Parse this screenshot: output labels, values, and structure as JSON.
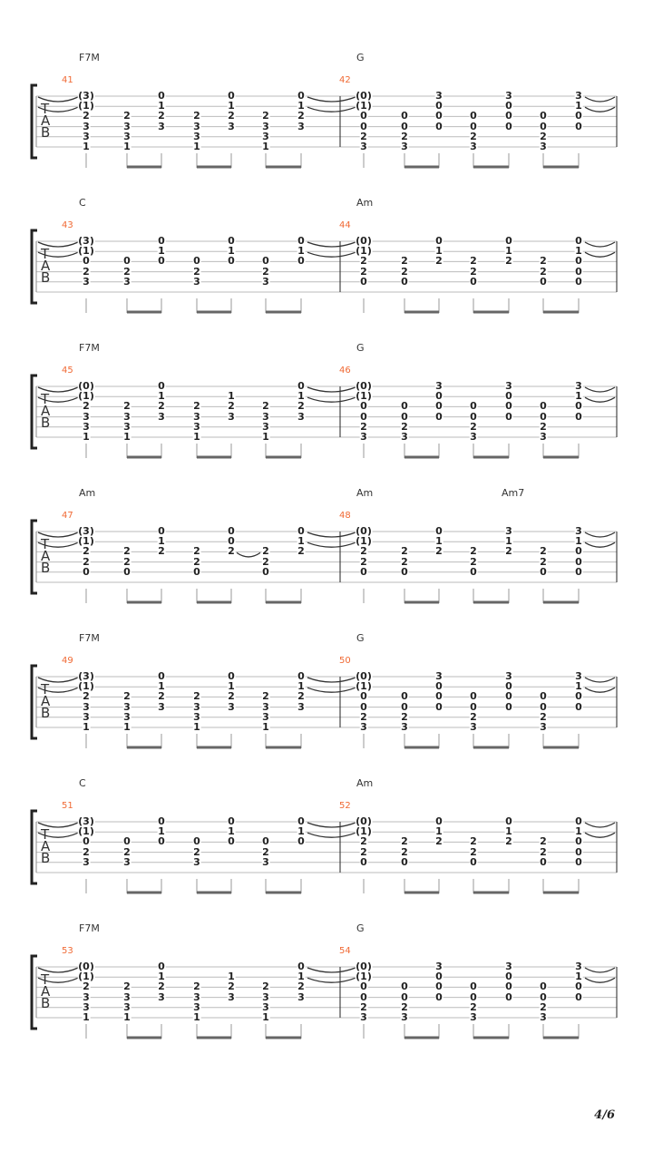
{
  "page_number": "4/6",
  "tab_clef": [
    "T",
    "A",
    "B"
  ],
  "colors": {
    "measure_number": "#f06a35",
    "staff": "#bbbbbb",
    "text": "#222222"
  },
  "systems": [
    {
      "measures": [
        {
          "number": "41",
          "chords": [
            {
              "label": "F7M",
              "col": 0
            }
          ],
          "columns": [
            [
              "(3)",
              "(1)",
              "2",
              "3",
              "3",
              "1"
            ],
            [
              "",
              "",
              "2",
              "3",
              "3",
              "1"
            ],
            [
              "0",
              "1",
              "2",
              "3",
              "",
              ""
            ],
            [
              "",
              "",
              "2",
              "3",
              "3",
              "1"
            ],
            [
              "0",
              "1",
              "2",
              "3",
              "",
              ""
            ],
            [
              "",
              "",
              "2",
              "3",
              "3",
              "1"
            ],
            [
              "0",
              "1",
              "2",
              "3",
              "",
              ""
            ]
          ]
        },
        {
          "number": "42",
          "chords": [
            {
              "label": "G",
              "col": 0
            }
          ],
          "columns": [
            [
              "(0)",
              "(1)",
              "0",
              "0",
              "2",
              "3"
            ],
            [
              "",
              "",
              "0",
              "0",
              "2",
              "3"
            ],
            [
              "3",
              "0",
              "0",
              "0",
              "",
              ""
            ],
            [
              "",
              "",
              "0",
              "0",
              "2",
              "3"
            ],
            [
              "3",
              "0",
              "0",
              "0",
              "",
              ""
            ],
            [
              "",
              "",
              "0",
              "0",
              "2",
              "3"
            ],
            [
              "3",
              "1",
              "0",
              "0",
              "",
              ""
            ]
          ]
        }
      ]
    },
    {
      "measures": [
        {
          "number": "43",
          "chords": [
            {
              "label": "C",
              "col": 0
            }
          ],
          "columns": [
            [
              "(3)",
              "(1)",
              "0",
              "2",
              "3",
              ""
            ],
            [
              "",
              "",
              "0",
              "2",
              "3",
              ""
            ],
            [
              "0",
              "1",
              "0",
              "",
              "",
              ""
            ],
            [
              "",
              "",
              "0",
              "2",
              "3",
              ""
            ],
            [
              "0",
              "1",
              "0",
              "",
              "",
              ""
            ],
            [
              "",
              "",
              "0",
              "2",
              "3",
              ""
            ],
            [
              "0",
              "1",
              "0",
              "",
              "",
              ""
            ]
          ]
        },
        {
          "number": "44",
          "chords": [
            {
              "label": "Am",
              "col": 0
            }
          ],
          "columns": [
            [
              "(0)",
              "(1)",
              "2",
              "2",
              "0",
              ""
            ],
            [
              "",
              "",
              "2",
              "2",
              "0",
              ""
            ],
            [
              "0",
              "1",
              "2",
              "",
              "",
              ""
            ],
            [
              "",
              "",
              "2",
              "2",
              "0",
              ""
            ],
            [
              "0",
              "1",
              "2",
              "",
              "",
              ""
            ],
            [
              "",
              "",
              "2",
              "2",
              "0",
              ""
            ],
            [
              "0",
              "1",
              "0",
              "0",
              "0",
              ""
            ]
          ]
        }
      ]
    },
    {
      "measures": [
        {
          "number": "45",
          "chords": [
            {
              "label": "F7M",
              "col": 0
            }
          ],
          "columns": [
            [
              "(0)",
              "(1)",
              "2",
              "3",
              "3",
              "1"
            ],
            [
              "",
              "",
              "2",
              "3",
              "3",
              "1"
            ],
            [
              "0",
              "1",
              "2",
              "3",
              "",
              ""
            ],
            [
              "",
              "",
              "2",
              "3",
              "3",
              "1"
            ],
            [
              "",
              "1",
              "2",
              "3",
              "",
              ""
            ],
            [
              "",
              "",
              "2",
              "3",
              "3",
              "1"
            ],
            [
              "0",
              "1",
              "2",
              "3",
              "",
              ""
            ]
          ]
        },
        {
          "number": "46",
          "chords": [
            {
              "label": "G",
              "col": 0
            }
          ],
          "columns": [
            [
              "(0)",
              "(1)",
              "0",
              "0",
              "2",
              "3"
            ],
            [
              "",
              "",
              "0",
              "0",
              "2",
              "3"
            ],
            [
              "3",
              "0",
              "0",
              "0",
              "",
              ""
            ],
            [
              "",
              "",
              "0",
              "0",
              "2",
              "3"
            ],
            [
              "3",
              "0",
              "0",
              "0",
              "",
              ""
            ],
            [
              "",
              "",
              "0",
              "0",
              "2",
              "3"
            ],
            [
              "3",
              "1",
              "0",
              "0",
              "",
              ""
            ]
          ]
        }
      ]
    },
    {
      "measures": [
        {
          "number": "47",
          "chords": [
            {
              "label": "Am",
              "col": 0
            }
          ],
          "ties": [
            {
              "string": 3,
              "from_col": 4,
              "to_col": 5
            }
          ],
          "columns": [
            [
              "(3)",
              "(1)",
              "2",
              "2",
              "0",
              ""
            ],
            [
              "",
              "",
              "2",
              "2",
              "0",
              ""
            ],
            [
              "0",
              "1",
              "2",
              "",
              "",
              ""
            ],
            [
              "",
              "",
              "2",
              "2",
              "0",
              ""
            ],
            [
              "0",
              "0",
              "2",
              "",
              "",
              ""
            ],
            [
              "",
              "",
              "2",
              "2",
              "0",
              ""
            ],
            [
              "0",
              "1",
              "2",
              "",
              "",
              ""
            ]
          ]
        },
        {
          "number": "48",
          "chords": [
            {
              "label": "Am",
              "col": 0
            },
            {
              "label": "Am7",
              "col": 4
            }
          ],
          "columns": [
            [
              "(0)",
              "(1)",
              "2",
              "2",
              "0",
              ""
            ],
            [
              "",
              "",
              "2",
              "2",
              "0",
              ""
            ],
            [
              "0",
              "1",
              "2",
              "",
              "",
              ""
            ],
            [
              "",
              "",
              "2",
              "2",
              "0",
              ""
            ],
            [
              "3",
              "1",
              "2",
              "",
              "",
              ""
            ],
            [
              "",
              "",
              "2",
              "2",
              "0",
              ""
            ],
            [
              "3",
              "1",
              "0",
              "0",
              "0",
              ""
            ]
          ]
        }
      ]
    },
    {
      "measures": [
        {
          "number": "49",
          "chords": [
            {
              "label": "F7M",
              "col": 0
            }
          ],
          "columns": [
            [
              "(3)",
              "(1)",
              "2",
              "3",
              "3",
              "1"
            ],
            [
              "",
              "",
              "2",
              "3",
              "3",
              "1"
            ],
            [
              "0",
              "1",
              "2",
              "3",
              "",
              ""
            ],
            [
              "",
              "",
              "2",
              "3",
              "3",
              "1"
            ],
            [
              "0",
              "1",
              "2",
              "3",
              "",
              ""
            ],
            [
              "",
              "",
              "2",
              "3",
              "3",
              "1"
            ],
            [
              "0",
              "1",
              "2",
              "3",
              "",
              ""
            ]
          ]
        },
        {
          "number": "50",
          "chords": [
            {
              "label": "G",
              "col": 0
            }
          ],
          "columns": [
            [
              "(0)",
              "(1)",
              "0",
              "0",
              "2",
              "3"
            ],
            [
              "",
              "",
              "0",
              "0",
              "2",
              "3"
            ],
            [
              "3",
              "0",
              "0",
              "0",
              "",
              ""
            ],
            [
              "",
              "",
              "0",
              "0",
              "2",
              "3"
            ],
            [
              "3",
              "0",
              "0",
              "0",
              "",
              ""
            ],
            [
              "",
              "",
              "0",
              "0",
              "2",
              "3"
            ],
            [
              "3",
              "1",
              "0",
              "0",
              "",
              ""
            ]
          ]
        }
      ]
    },
    {
      "measures": [
        {
          "number": "51",
          "chords": [
            {
              "label": "C",
              "col": 0
            }
          ],
          "columns": [
            [
              "(3)",
              "(1)",
              "0",
              "2",
              "3",
              ""
            ],
            [
              "",
              "",
              "0",
              "2",
              "3",
              ""
            ],
            [
              "0",
              "1",
              "0",
              "",
              "",
              ""
            ],
            [
              "",
              "",
              "0",
              "2",
              "3",
              ""
            ],
            [
              "0",
              "1",
              "0",
              "",
              "",
              ""
            ],
            [
              "",
              "",
              "0",
              "2",
              "3",
              ""
            ],
            [
              "0",
              "1",
              "0",
              "",
              "",
              ""
            ]
          ]
        },
        {
          "number": "52",
          "chords": [
            {
              "label": "Am",
              "col": 0
            }
          ],
          "columns": [
            [
              "(0)",
              "(1)",
              "2",
              "2",
              "0",
              ""
            ],
            [
              "",
              "",
              "2",
              "2",
              "0",
              ""
            ],
            [
              "0",
              "1",
              "2",
              "",
              "",
              ""
            ],
            [
              "",
              "",
              "2",
              "2",
              "0",
              ""
            ],
            [
              "0",
              "1",
              "2",
              "",
              "",
              ""
            ],
            [
              "",
              "",
              "2",
              "2",
              "0",
              ""
            ],
            [
              "0",
              "1",
              "0",
              "0",
              "0",
              ""
            ]
          ]
        }
      ]
    },
    {
      "measures": [
        {
          "number": "53",
          "chords": [
            {
              "label": "F7M",
              "col": 0
            }
          ],
          "columns": [
            [
              "(0)",
              "(1)",
              "2",
              "3",
              "3",
              "1"
            ],
            [
              "",
              "",
              "2",
              "3",
              "3",
              "1"
            ],
            [
              "0",
              "1",
              "2",
              "3",
              "",
              ""
            ],
            [
              "",
              "",
              "2",
              "3",
              "3",
              "1"
            ],
            [
              "",
              "1",
              "2",
              "3",
              "",
              ""
            ],
            [
              "",
              "",
              "2",
              "3",
              "3",
              "1"
            ],
            [
              "0",
              "1",
              "2",
              "3",
              "",
              ""
            ]
          ]
        },
        {
          "number": "54",
          "chords": [
            {
              "label": "G",
              "col": 0
            }
          ],
          "columns": [
            [
              "(0)",
              "(1)",
              "0",
              "0",
              "2",
              "3"
            ],
            [
              "",
              "",
              "0",
              "0",
              "2",
              "3"
            ],
            [
              "3",
              "0",
              "0",
              "0",
              "",
              ""
            ],
            [
              "",
              "",
              "0",
              "0",
              "2",
              "3"
            ],
            [
              "3",
              "0",
              "0",
              "0",
              "",
              ""
            ],
            [
              "",
              "",
              "0",
              "0",
              "2",
              "3"
            ],
            [
              "3",
              "1",
              "0",
              "0",
              "",
              ""
            ]
          ]
        }
      ]
    }
  ]
}
